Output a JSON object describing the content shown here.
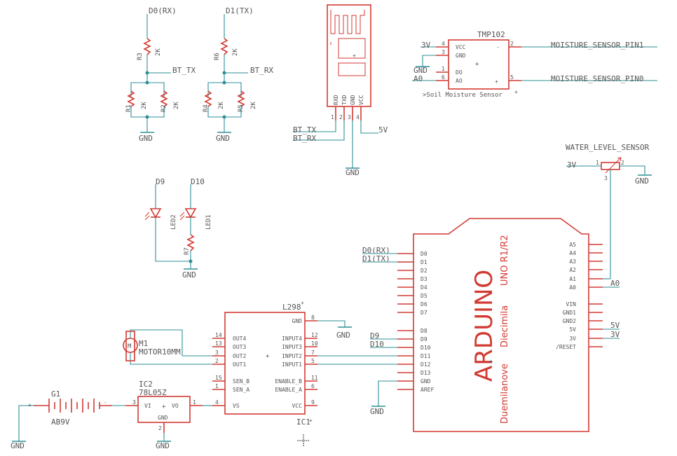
{
  "voltage_divider_rx": {
    "input_net": "D0(RX)",
    "output_net": "BT_TX",
    "ground": "GND",
    "resistors": [
      {
        "name": "R3",
        "value": "2K"
      },
      {
        "name": "R1",
        "value": "2K"
      },
      {
        "name": "R2",
        "value": "2K"
      }
    ]
  },
  "voltage_divider_tx": {
    "input_net": "D1(TX)",
    "output_net": "BT_RX",
    "ground": "GND",
    "resistors": [
      {
        "name": "R6",
        "value": "2K"
      },
      {
        "name": "R4",
        "value": "2K"
      },
      {
        "name": "R5",
        "value": "2K"
      }
    ]
  },
  "bluetooth_module": {
    "pins": [
      "RXD",
      "TXD",
      "GND",
      "VCC"
    ],
    "pin_numbers": [
      "1",
      "2",
      "3",
      "4"
    ],
    "nets": [
      "BT_TX",
      "BT_RX",
      "GND",
      "5V"
    ]
  },
  "moisture_sensor": {
    "name": "TMP102",
    "label": ">Soil Moisture Sensor",
    "left_pins": [
      {
        "num": "4",
        "name": "VCC"
      },
      {
        "num": "3",
        "name": "GND"
      },
      {
        "num": "1",
        "name": "DO"
      },
      {
        "num": "6",
        "name": "AO"
      }
    ],
    "right_pins": [
      {
        "num": "2",
        "sign": "-"
      },
      {
        "num": "5",
        "sign": "+"
      }
    ],
    "nets": {
      "vcc": "3V",
      "gnd": "GND",
      "ao": "A0",
      "out_minus": "MOISTURE_SENSOR_PIN1",
      "out_plus": "MOISTURE_SENSOR_PIN0"
    }
  },
  "water_level_sensor": {
    "name": "WATER_LEVEL_SENSOR",
    "pins": [
      "1",
      "2",
      "3"
    ],
    "vcc_net": "3V",
    "gnd_net": "GND"
  },
  "leds": {
    "items": [
      {
        "name": "LED2",
        "net": "D9"
      },
      {
        "name": "LED1",
        "net": "D10"
      }
    ],
    "resistor": "R7",
    "ground": "GND"
  },
  "arduino": {
    "title": "ARDUINO",
    "model": "UNO R1/R2",
    "subtitle_1": "Diecimila",
    "subtitle_2": "Duemilanove",
    "left_pins": [
      "D0",
      "D1",
      "D2",
      "D3",
      "D4",
      "D5",
      "D6",
      "D7",
      "D8",
      "D9",
      "D10",
      "D11",
      "D12",
      "D13",
      "GND",
      "AREF"
    ],
    "right_pins": [
      "A5",
      "A4",
      "A3",
      "A2",
      "A1",
      "A0",
      "VIN",
      "GND1",
      "GND2",
      "5V",
      "3V",
      "/RESET"
    ],
    "nets": {
      "d0": "D0(RX)",
      "d1": "D1(TX)",
      "d9": "D9",
      "d10": "D10",
      "a0": "A0",
      "v5": "5V",
      "v3": "3V",
      "gnd": "GND"
    }
  },
  "motor_driver": {
    "name": "L298",
    "ref": "IC1",
    "left_pins": [
      {
        "num": "14",
        "name": "OUT4"
      },
      {
        "num": "13",
        "name": "OUT3"
      },
      {
        "num": "3",
        "name": "OUT2"
      },
      {
        "num": "2",
        "name": "OUT1"
      },
      {
        "num": "15",
        "name": "SEN_B"
      },
      {
        "num": "1",
        "name": "SEN_A"
      },
      {
        "num": "4",
        "name": "VS"
      }
    ],
    "right_pins": [
      {
        "num": "8",
        "name": "GND"
      },
      {
        "num": "12",
        "name": "INPUT4"
      },
      {
        "num": "10",
        "name": "INPUT3"
      },
      {
        "num": "7",
        "name": "INPUT2"
      },
      {
        "num": "5",
        "name": "INPUT1"
      },
      {
        "num": "11",
        "name": "ENABLE_B"
      },
      {
        "num": "6",
        "name": "ENABLE_A"
      },
      {
        "num": "9",
        "name": "VCC"
      }
    ],
    "gnd_net": "GND"
  },
  "motor": {
    "ref": "M1",
    "value": "MOTOR10MM"
  },
  "regulator": {
    "ref": "IC2",
    "value": "78L05Z",
    "vi": "VI",
    "vo": "VO",
    "gnd": "GND",
    "pin_in": "3",
    "pin_out": "1",
    "pin_gnd": "2",
    "gnd_net": "GND"
  },
  "battery": {
    "ref": "G1",
    "value": "AB9V",
    "gnd_net": "GND"
  },
  "arduino_gnd": "GND",
  "bottom_gnd": "GND"
}
